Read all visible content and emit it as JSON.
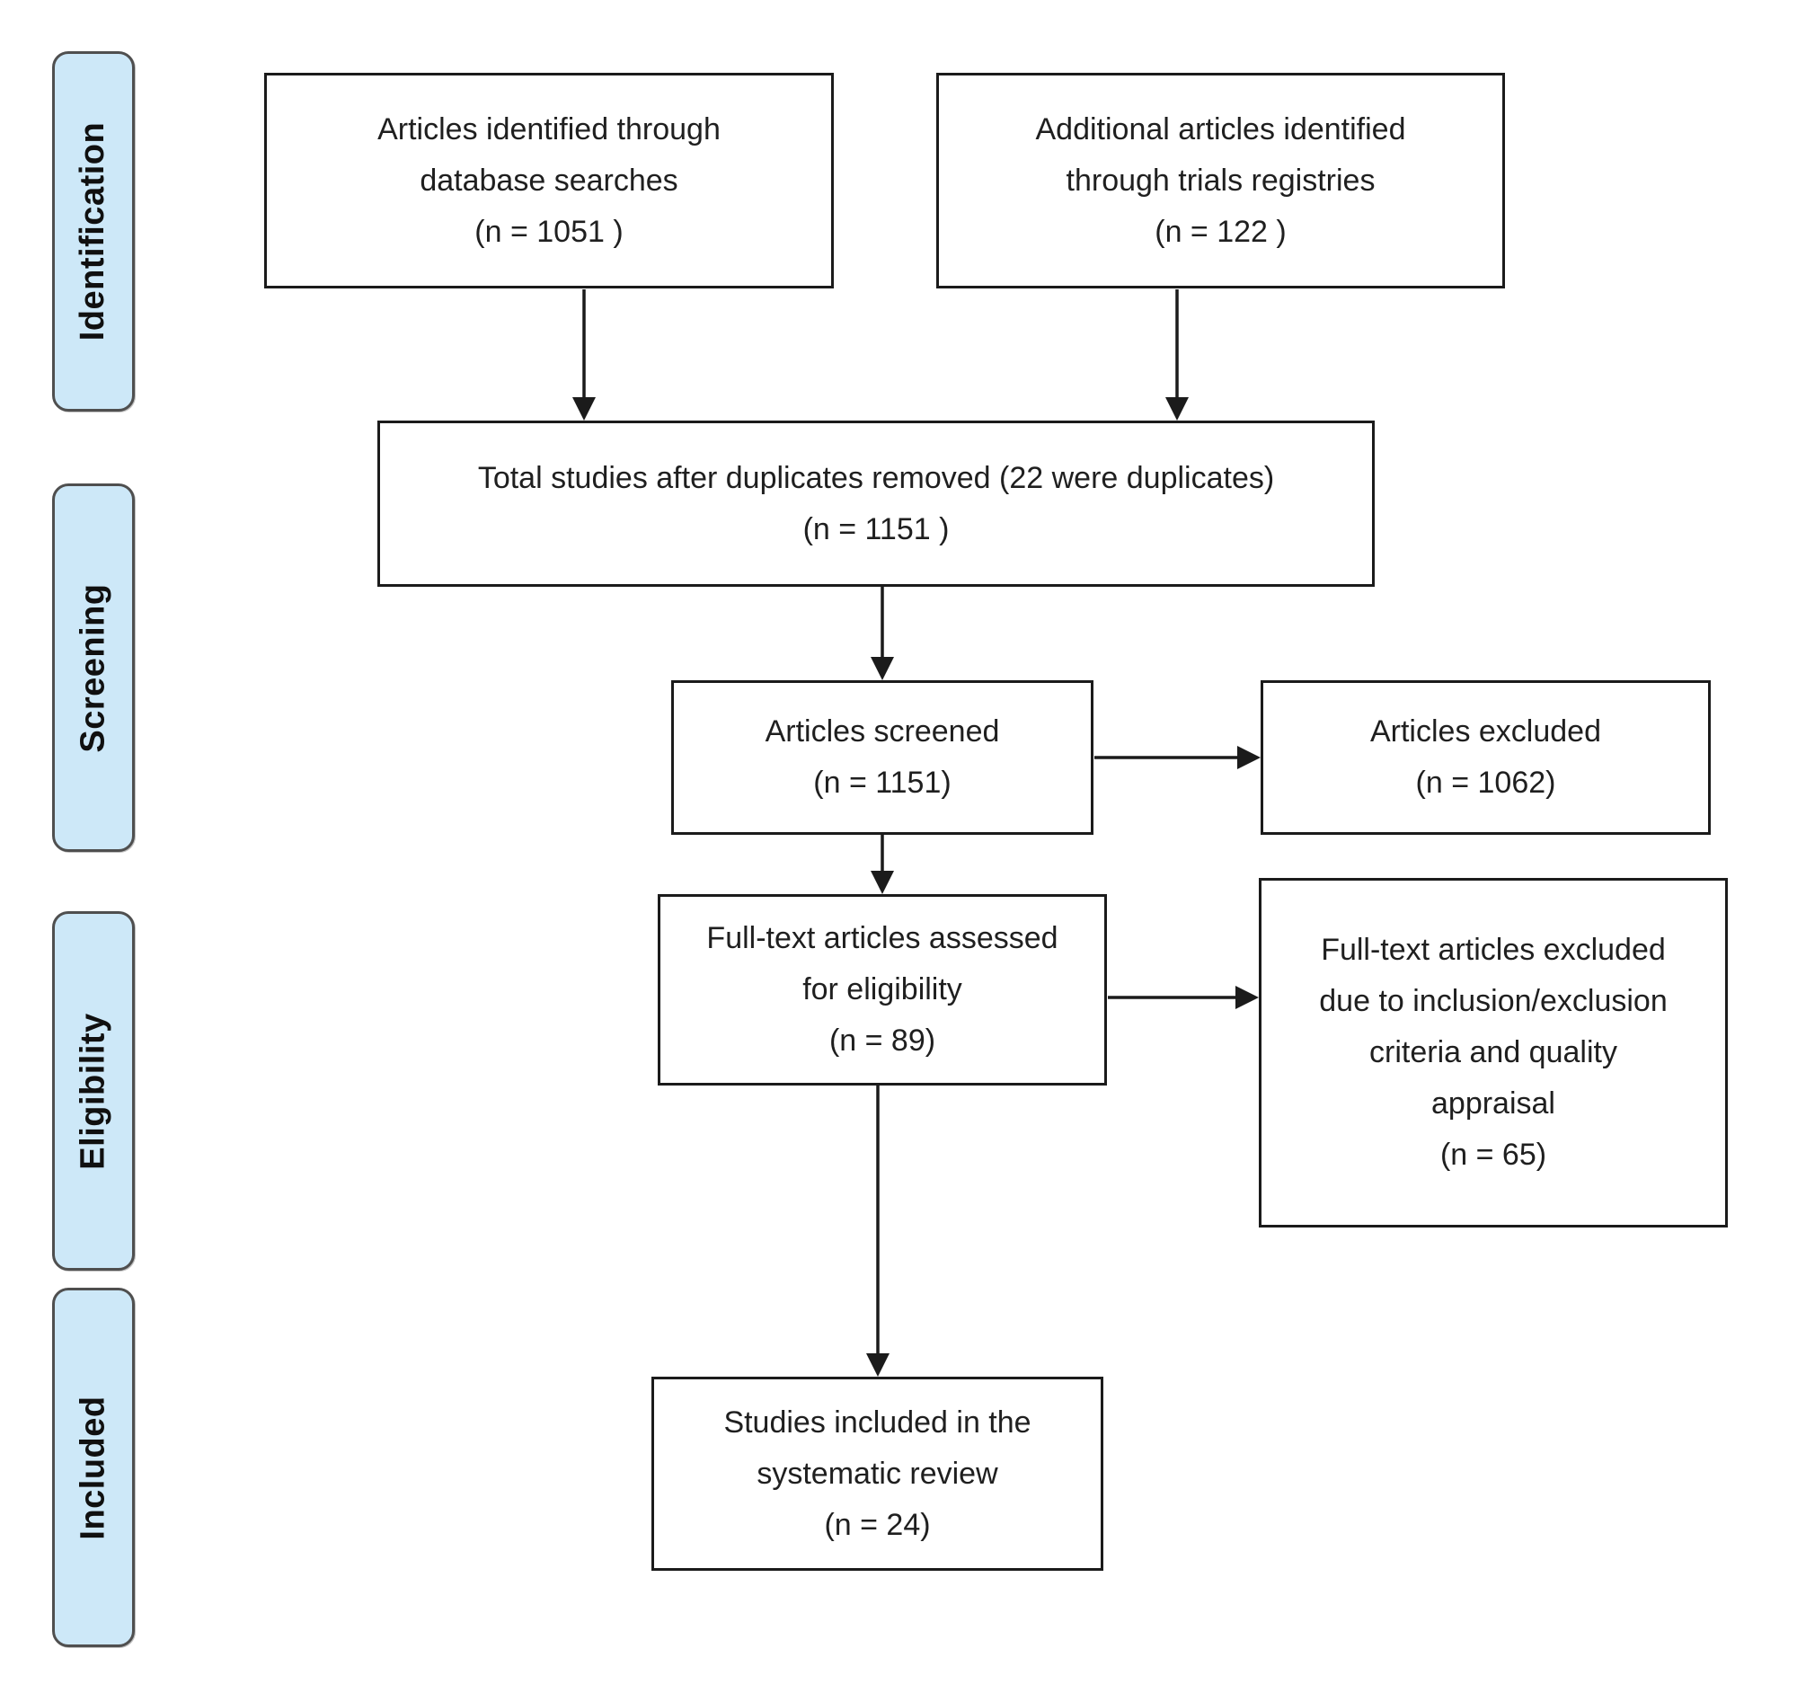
{
  "stages": [
    {
      "label": "Identification"
    },
    {
      "label": "Screening"
    },
    {
      "label": "Eligibility"
    },
    {
      "label": "Included"
    }
  ],
  "nodes": {
    "identified_db": {
      "lines": [
        "Articles identified through",
        "database searches",
        "(n = 1051 )"
      ]
    },
    "identified_registries": {
      "lines": [
        "Additional articles identified",
        "through trials registries",
        "(n = 122 )"
      ]
    },
    "total_deduplicated": {
      "lines": [
        "Total studies after duplicates removed (22 were duplicates)",
        "(n = 1151 )"
      ]
    },
    "screened": {
      "lines": [
        "Articles screened",
        "(n = 1151)"
      ]
    },
    "screened_excluded": {
      "lines": [
        "Articles excluded",
        "(n = 1062)"
      ]
    },
    "fulltext_assessed": {
      "lines": [
        "Full-text articles assessed",
        "for eligibility",
        "(n = 89)"
      ]
    },
    "fulltext_excluded": {
      "lines": [
        "Full-text articles excluded",
        "due to inclusion/exclusion",
        "criteria and quality",
        "appraisal",
        "(n = 65)"
      ]
    },
    "included_review": {
      "lines": [
        "Studies included in the",
        "systematic review",
        "(n = 24)"
      ]
    }
  },
  "colors": {
    "stage_fill": "#cde8f8",
    "stage_border": "#4f4f4f",
    "node_border": "#1b1b1b",
    "text": "#1f1f1f",
    "arrow": "#1b1b1b",
    "background": "#ffffff"
  }
}
